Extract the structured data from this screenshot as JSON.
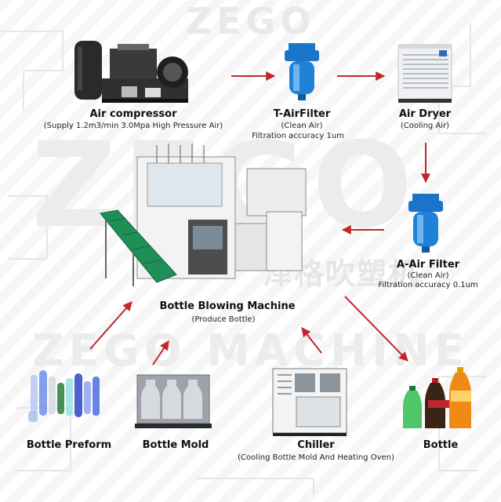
{
  "watermark": {
    "top": "ZEGO",
    "big": "ZEGO",
    "line": "ZEGO MACHINE",
    "cn": "泽格吹塑机"
  },
  "colors": {
    "arrow": "#c0272d",
    "filter": "#1a74c9",
    "belt": "#1f8f57"
  },
  "nodes": {
    "air_compressor": {
      "title": "Air compressor",
      "subtitle": "(Supply 1.2m3/min 3.0Mpa High Pressure Air)"
    },
    "t_air_filter": {
      "title": "T-AirFilter",
      "subtitle": "(Clean Air)",
      "note": "Filtration accuracy 1um"
    },
    "air_dryer": {
      "title": "Air Dryer",
      "subtitle": "(Cooling Air)"
    },
    "a_air_filter": {
      "title": "A-Air Filter",
      "subtitle": "(Clean Air)",
      "note": "Filtration accuracy 0.1um"
    },
    "bottle_blowing_machine": {
      "title": "Bottle Blowing Machine",
      "subtitle": "(Produce Bottle)"
    },
    "bottle_preform": {
      "title": "Bottle Preform"
    },
    "bottle_mold": {
      "title": "Bottle Mold"
    },
    "chiller": {
      "title": "Chiller",
      "subtitle": "(Cooling Bottle Mold And Heating Oven)"
    },
    "bottle": {
      "title": "Bottle"
    }
  },
  "edges": [
    {
      "from": "air_compressor",
      "to": "t_air_filter"
    },
    {
      "from": "t_air_filter",
      "to": "air_dryer"
    },
    {
      "from": "air_dryer",
      "to": "a_air_filter"
    },
    {
      "from": "a_air_filter",
      "to": "bottle_blowing_machine"
    },
    {
      "from": "bottle_preform",
      "to": "bottle_blowing_machine"
    },
    {
      "from": "bottle_mold",
      "to": "bottle_blowing_machine"
    },
    {
      "from": "chiller",
      "to": "bottle_blowing_machine"
    },
    {
      "from": "bottle_blowing_machine",
      "to": "bottle"
    }
  ]
}
